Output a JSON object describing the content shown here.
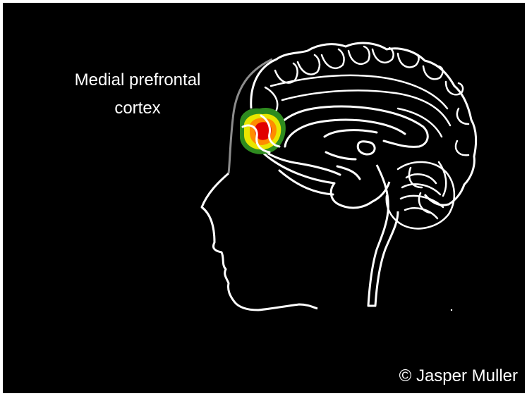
{
  "diagram": {
    "label_line_1": "Medial prefrontal",
    "label_line_2": "cortex",
    "copyright": "©  Jasper Muller",
    "colors": {
      "background": "#000000",
      "outline": "#ffffff",
      "skull_line": "#8c8c8c",
      "activation_outer": "#2e8b1f",
      "activation_mid": "#e8e600",
      "activation_inner": "#ff8c00",
      "activation_core": "#e10000"
    }
  }
}
